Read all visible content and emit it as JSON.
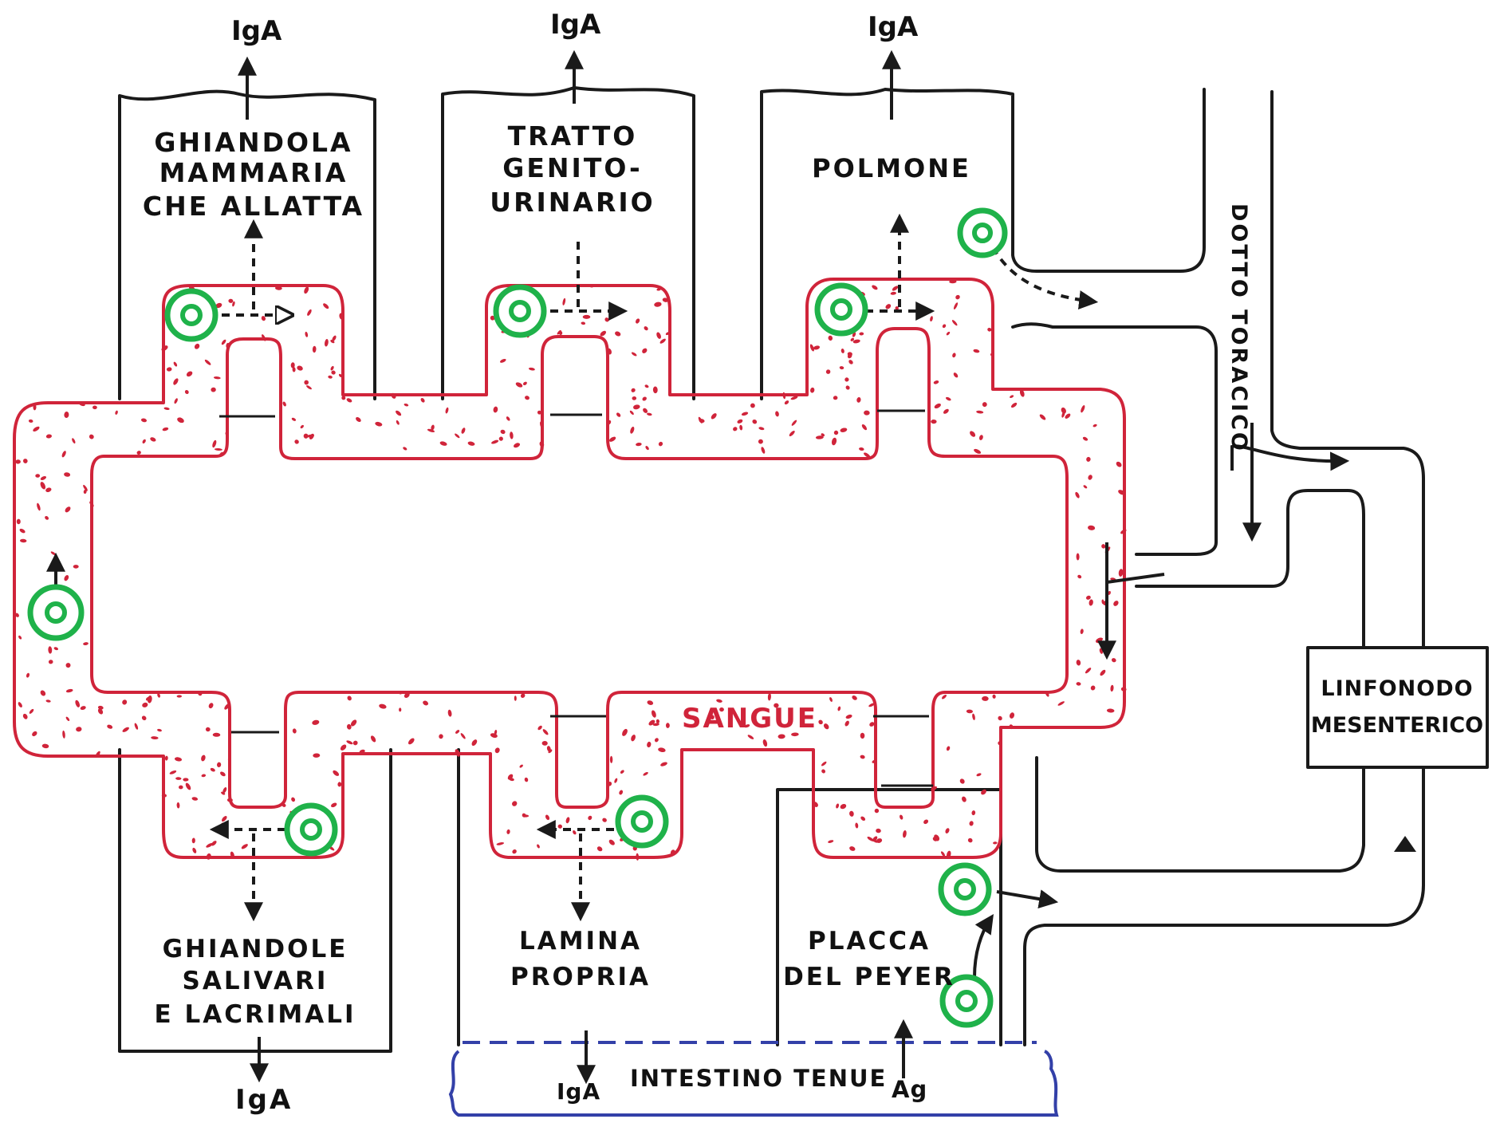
{
  "labels": {
    "mammary_line1": "GHIANDOLA",
    "mammary_line2": "MAMMARIA",
    "mammary_line3": "CHE ALLATTA",
    "genito_line1": "TRATTO",
    "genito_line2": "GENITO-",
    "genito_line3": "URINARIO",
    "lung": "POLMONE",
    "thoracic_duct": "DOTTO TORACICO",
    "lymph_node_line1": "LINFONODO",
    "lymph_node_line2": "MESENTERICO",
    "blood": "SANGUE",
    "salivary_line1": "GHIANDOLE",
    "salivary_line2": "SALIVARI",
    "salivary_line3": "E LACRIMALI",
    "lamina_line1": "LAMINA",
    "lamina_line2": "PROPRIA",
    "peyer_line1": "PLACCA",
    "peyer_line2": "DEL PEYER",
    "intestine": "INTESTINO TENUE",
    "iga_top_1": "IgA",
    "iga_top_2": "IgA",
    "iga_top_3": "IgA",
    "iga_bottom_salivary": "IgA",
    "iga_intestine": "IgA",
    "antigen": "Ag"
  },
  "colors": {
    "blood_vessel": "#d0243a",
    "blood_dots": "#d0243a",
    "cell": "#1fb24a",
    "ink": "#1a1a1a",
    "intestine": "#3340a8"
  }
}
